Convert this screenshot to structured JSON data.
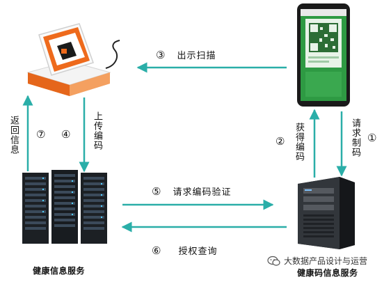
{
  "nodes": {
    "scanner": {
      "icon": "barcode-scanner-icon"
    },
    "phone": {
      "icon": "phone-qr-code-icon"
    },
    "health_service": {
      "icon": "server-rack-icon",
      "label": "健康信息服务"
    },
    "health_code_service": {
      "icon": "tower-server-icon",
      "label": "健康码信息服务"
    }
  },
  "steps": [
    {
      "num": "①",
      "text": "请求制码"
    },
    {
      "num": "②",
      "text": "获得编码"
    },
    {
      "num": "③",
      "text": "出示扫描"
    },
    {
      "num": "④",
      "text": "上传编码"
    },
    {
      "num": "⑤",
      "text": "请求编码验证"
    },
    {
      "num": "⑥",
      "text": "授权查询"
    },
    {
      "num": "⑦",
      "text": "返回信息"
    }
  ],
  "watermark": {
    "icon": "wechat-icon",
    "text": "大数据产品设计与运营"
  },
  "colors": {
    "arrow": "#2aaea8",
    "scanner_accent": "#ee6a1c",
    "qr_green": "#2e9a43"
  }
}
